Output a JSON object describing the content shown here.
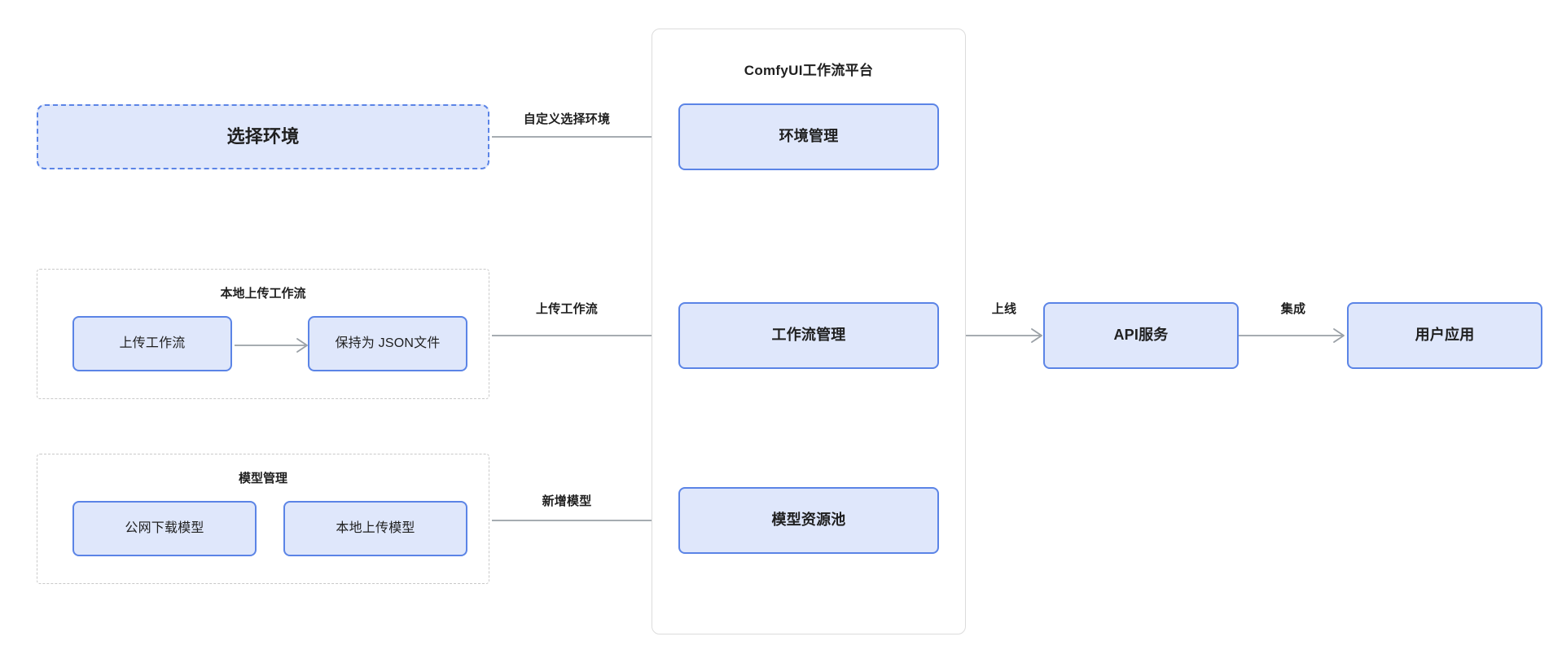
{
  "diagram": {
    "title_visible": false,
    "platform": {
      "label": "ComfyUI工作流平台",
      "nodes": [
        {
          "id": "env-mgmt",
          "label": "环境管理"
        },
        {
          "id": "workflow-mgmt",
          "label": "工作流管理"
        },
        {
          "id": "model-pool",
          "label": "模型资源池"
        }
      ]
    },
    "left_nodes": [
      {
        "id": "select-env",
        "label": "选择环境",
        "style": "dashed-blue"
      }
    ],
    "groups": [
      {
        "id": "local-upload-workflow",
        "title": "本地上传工作流",
        "nodes": [
          {
            "id": "upload-workflow",
            "label": "上传工作流"
          },
          {
            "id": "save-json",
            "label": "保持为 JSON文件"
          }
        ]
      },
      {
        "id": "model-management",
        "title": "模型管理",
        "nodes": [
          {
            "id": "public-download-model",
            "label": "公网下载模型"
          },
          {
            "id": "local-upload-model",
            "label": "本地上传模型"
          }
        ]
      }
    ],
    "right_nodes": [
      {
        "id": "api-service",
        "label": "API服务"
      },
      {
        "id": "user-app",
        "label": "用户应用"
      }
    ],
    "edge_labels": [
      {
        "id": "edge-select-env",
        "label": "自定义选择环境"
      },
      {
        "id": "edge-upload-workflow",
        "label": "上传工作流"
      },
      {
        "id": "edge-add-model",
        "label": "新增模型"
      },
      {
        "id": "edge-publish",
        "label": "上线"
      },
      {
        "id": "edge-integrate",
        "label": "集成"
      },
      {
        "id": "edge-inner-save",
        "label": ""
      }
    ],
    "colors": {
      "node_fill": "#dfe7fb",
      "node_border": "#5b84e6",
      "group_border": "#c9c9c9",
      "platform_border": "#dcdcdc",
      "edge_stroke": "#9aa0a6",
      "text": "#1f1f1f",
      "background": "#ffffff"
    }
  }
}
